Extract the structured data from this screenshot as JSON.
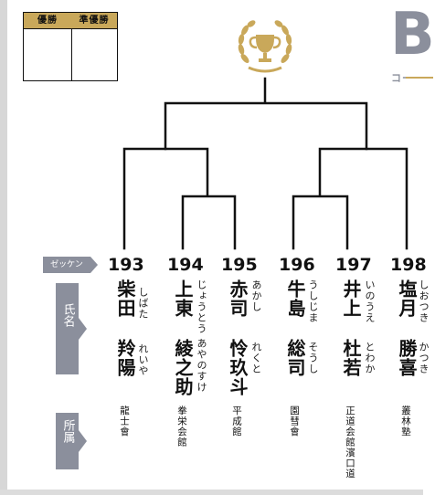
{
  "result_table": {
    "winner_label": "優勝",
    "runner_up_label": "準優勝"
  },
  "court": {
    "letter": "B",
    "label": "コー"
  },
  "labels": {
    "zekken": "ゼッケン",
    "name": "氏名",
    "affiliation": "所属"
  },
  "players": [
    {
      "number": "193",
      "surname": "柴田",
      "surname_kana": "しばた",
      "given": "羚陽",
      "given_kana": "れいや",
      "affiliation": "龍士會"
    },
    {
      "number": "194",
      "surname": "上東",
      "surname_kana": "じょうとう",
      "given": "綾之助",
      "given_kana": "あやのすけ",
      "affiliation": "拳栄会館"
    },
    {
      "number": "195",
      "surname": "赤司",
      "surname_kana": "あかし",
      "given": "怜玖斗",
      "given_kana": "れくと",
      "affiliation": "平成館"
    },
    {
      "number": "196",
      "surname": "牛島",
      "surname_kana": "うしじま",
      "given": "総司",
      "given_kana": "そうし",
      "affiliation": "園彗會"
    },
    {
      "number": "197",
      "surname": "井上",
      "surname_kana": "いのうえ",
      "given": "杜若",
      "given_kana": "とわか",
      "affiliation": "正道会館濱口道"
    },
    {
      "number": "198",
      "surname": "塩月",
      "surname_kana": "しおつき",
      "given": "勝喜",
      "given_kana": "かつき",
      "affiliation": "叢林塾"
    }
  ],
  "colors": {
    "gold": "#c9a85a",
    "gray": "#8b8f9c",
    "line": "#111111"
  },
  "icons": {
    "trophy": "trophy-icon"
  }
}
